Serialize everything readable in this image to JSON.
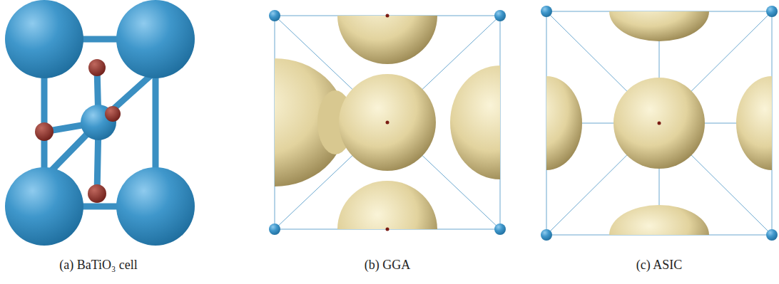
{
  "diagram": {
    "labels": [
      "(a) BaTiO₃ cell",
      "(b) GGA",
      "(c) ASIC"
    ]
  }
}
